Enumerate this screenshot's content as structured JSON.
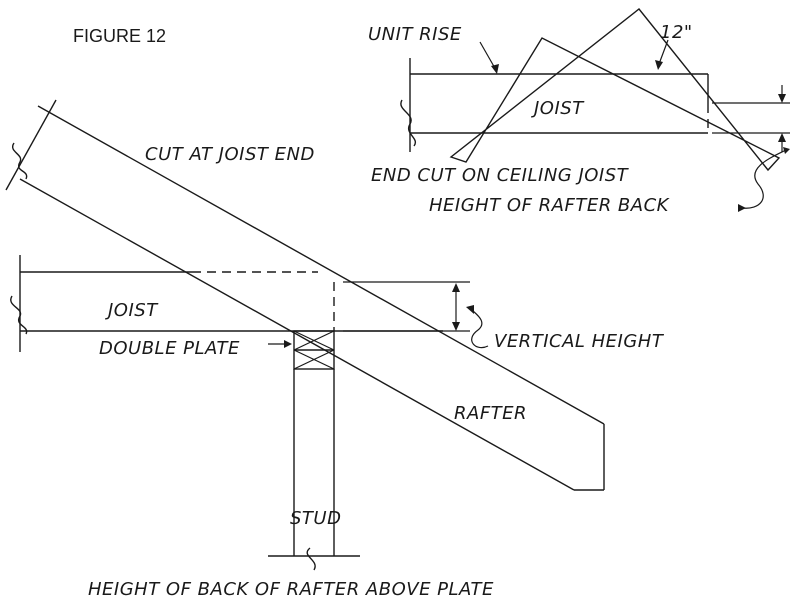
{
  "figure_label": "FIGURE 12",
  "inset": {
    "unit_rise": "UNIT RISE",
    "twelve": "12\"",
    "joist": "JOIST",
    "end_cut": "END CUT ON CEILING JOIST",
    "height_back": "HEIGHT OF RAFTER BACK"
  },
  "main": {
    "cut_at_joist_end": "CUT AT JOIST END",
    "joist": "JOIST",
    "double_plate": "DOUBLE PLATE",
    "vertical_height": "VERTICAL HEIGHT",
    "rafter": "RAFTER",
    "stud": "STUD",
    "caption": "HEIGHT OF BACK OF RAFTER ABOVE PLATE"
  }
}
